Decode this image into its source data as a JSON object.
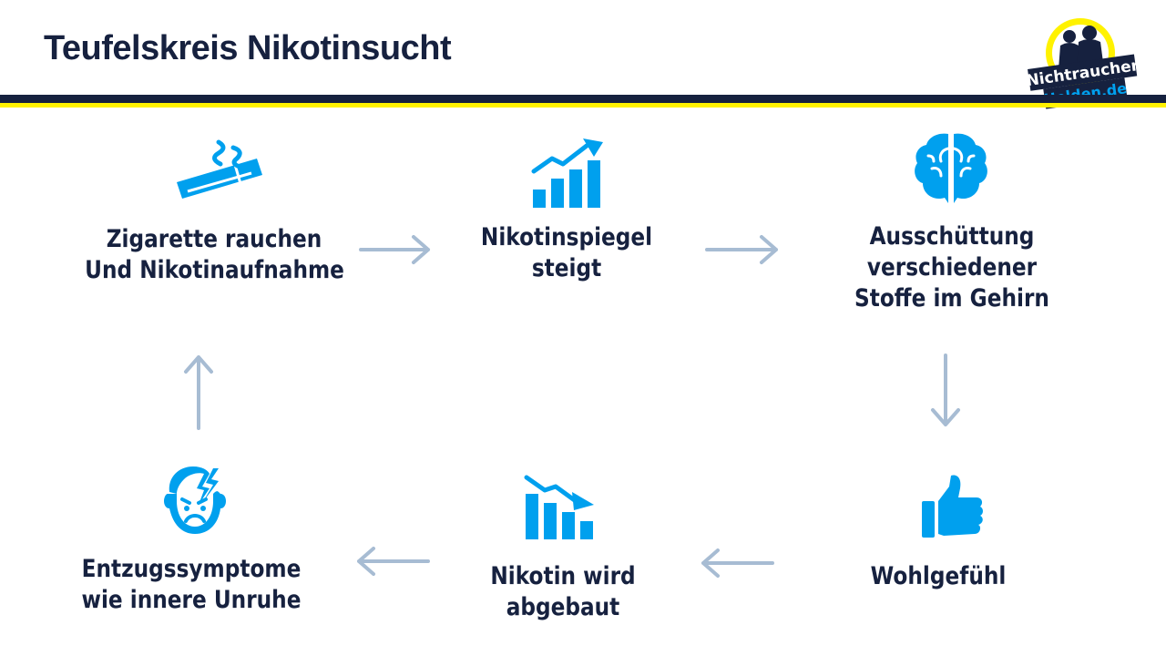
{
  "header": {
    "title": "Teufelskreis Nikotinsucht"
  },
  "logo": {
    "line1": "Nichtraucher",
    "line2": "Helden.de"
  },
  "colors": {
    "navy": "#16213f",
    "yellow": "#fff200",
    "icon_blue": "#00a0ee",
    "arrow": "#a7bcd3"
  },
  "steps": [
    {
      "icon": "cigarette-icon",
      "line1": "Zigarette rauchen",
      "line2": "Und Nikotinaufnahme"
    },
    {
      "icon": "chart-up-icon",
      "line1": "Nikotinspiegel",
      "line2": "steigt"
    },
    {
      "icon": "brain-icon",
      "line1": "Ausschüttung",
      "line2": "verschiedener",
      "line3": "Stoffe im Gehirn"
    },
    {
      "icon": "thumbs-up-icon",
      "line1": "Wohlgefühl"
    },
    {
      "icon": "chart-down-icon",
      "line1": "Nikotin wird",
      "line2": "abgebaut"
    },
    {
      "icon": "headache-face-icon",
      "line1": "Entzugssymptome",
      "line2": "wie innere Unruhe"
    }
  ]
}
